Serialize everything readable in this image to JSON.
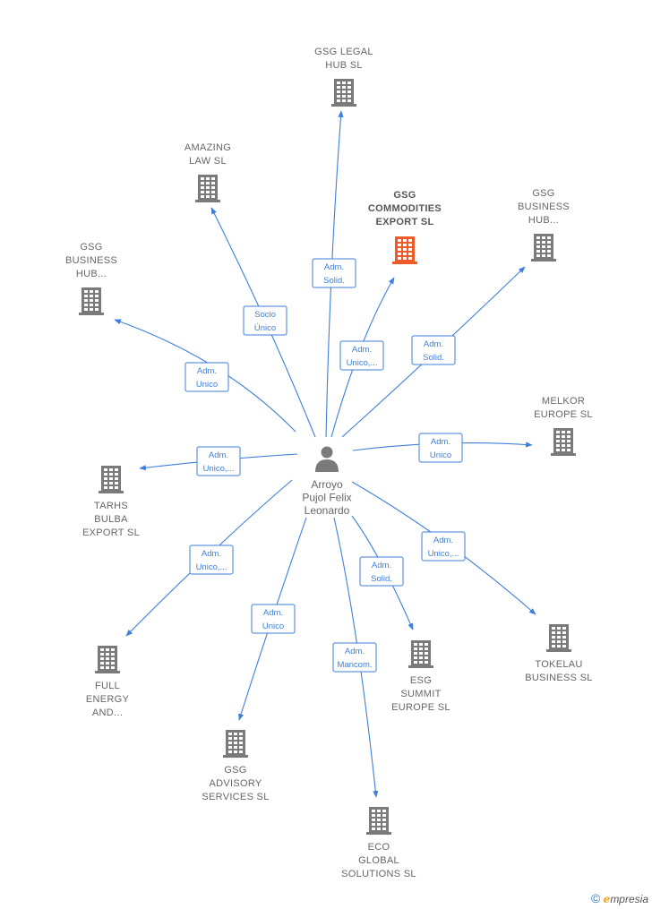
{
  "center": {
    "name": [
      "Arroyo",
      "Pujol Felix",
      "Leonardo"
    ],
    "icon": "person-icon"
  },
  "colors": {
    "edge": "#3d7fd9",
    "building": "#7a7a7a",
    "focus_building": "#f05a28"
  },
  "nodes": [
    {
      "id": "gsg-legal-hub",
      "label": [
        "GSG LEGAL",
        "HUB  SL"
      ],
      "focus": false
    },
    {
      "id": "amazing-law",
      "label": [
        "AMAZING",
        "LAW  SL"
      ],
      "focus": false
    },
    {
      "id": "gsg-commodities-export",
      "label": [
        "GSG",
        "COMMODITIES",
        "EXPORT  SL"
      ],
      "focus": true
    },
    {
      "id": "gsg-business-hub-right",
      "label": [
        "GSG",
        "BUSINESS",
        "HUB..."
      ],
      "focus": false
    },
    {
      "id": "gsg-business-hub-left",
      "label": [
        "GSG",
        "BUSINESS",
        "HUB..."
      ],
      "focus": false
    },
    {
      "id": "melkor-europe",
      "label": [
        "MELKOR",
        "EUROPE  SL"
      ],
      "focus": false
    },
    {
      "id": "tarhs-bulba-export",
      "label": [
        "TARHS",
        "BULBA",
        "EXPORT  SL"
      ],
      "focus": false
    },
    {
      "id": "full-energy",
      "label": [
        "FULL",
        "ENERGY",
        "AND..."
      ],
      "focus": false
    },
    {
      "id": "tokelau-business",
      "label": [
        "TOKELAU",
        "BUSINESS  SL"
      ],
      "focus": false
    },
    {
      "id": "esg-summit-europe",
      "label": [
        "ESG",
        "SUMMIT",
        "EUROPE  SL"
      ],
      "focus": false
    },
    {
      "id": "gsg-advisory-services",
      "label": [
        "GSG",
        "ADVISORY",
        "SERVICES  SL"
      ],
      "focus": false
    },
    {
      "id": "eco-global-solutions",
      "label": [
        "ECO",
        "GLOBAL",
        "SOLUTIONS SL"
      ],
      "focus": false
    }
  ],
  "edges": [
    {
      "to": "gsg-legal-hub",
      "label": [
        "Adm.",
        "Solid."
      ]
    },
    {
      "to": "amazing-law",
      "label": [
        "Socio",
        "Único"
      ]
    },
    {
      "to": "gsg-commodities-export",
      "label": [
        "Adm.",
        "Unico,..."
      ]
    },
    {
      "to": "gsg-business-hub-right",
      "label": [
        "Adm.",
        "Solid."
      ]
    },
    {
      "to": "gsg-business-hub-left",
      "label": [
        "Adm.",
        "Unico"
      ]
    },
    {
      "to": "melkor-europe",
      "label": [
        "Adm.",
        "Unico"
      ]
    },
    {
      "to": "tarhs-bulba-export",
      "label": [
        "Adm.",
        "Unico,..."
      ]
    },
    {
      "to": "full-energy",
      "label": [
        "Adm.",
        "Unico,..."
      ]
    },
    {
      "to": "tokelau-business",
      "label": [
        "Adm.",
        "Unico,..."
      ]
    },
    {
      "to": "esg-summit-europe",
      "label": [
        "Adm.",
        "Solid."
      ]
    },
    {
      "to": "gsg-advisory-services",
      "label": [
        "Adm.",
        "Unico"
      ]
    },
    {
      "to": "eco-global-solutions",
      "label": [
        "Adm.",
        "Mancom."
      ]
    }
  ],
  "footer": {
    "copyright_symbol": "©",
    "brand_initial": "e",
    "brand_rest": "mpresia"
  }
}
